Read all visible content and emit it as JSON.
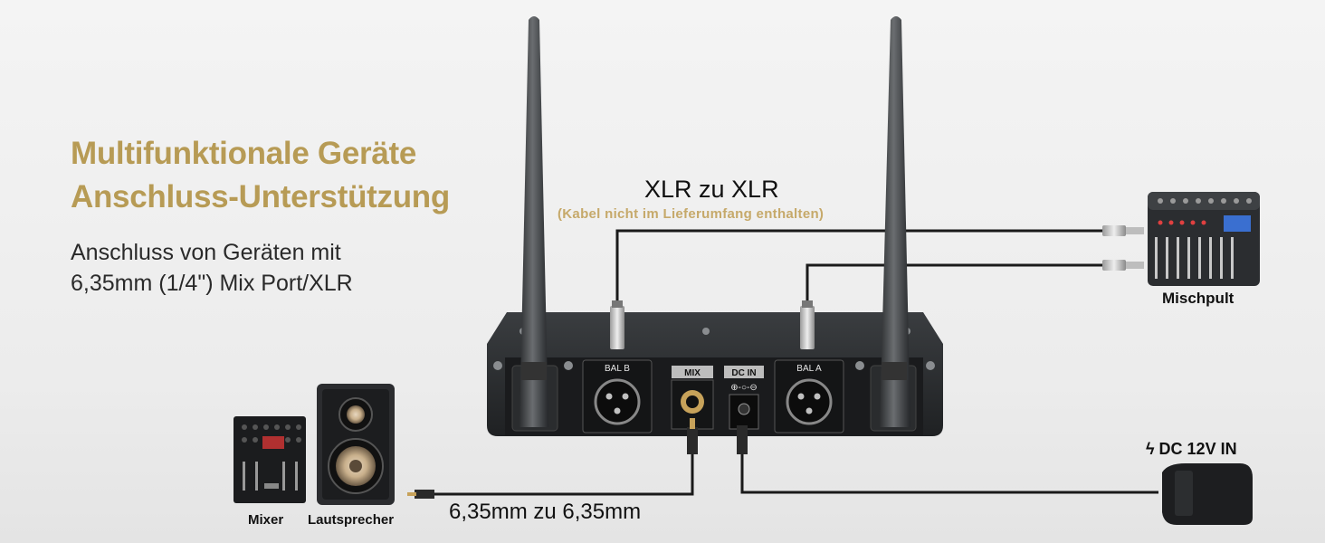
{
  "headline": {
    "line1": "Multifunktionale Geräte",
    "line2": "Anschluss-Unterstützung"
  },
  "subline": {
    "line1": "Anschluss von Geräten mit",
    "line2": "6,35mm (1/4\") Mix Port/XLR"
  },
  "xlr": {
    "title": "XLR zu XLR",
    "note": "(Kabel nicht im Lieferumfang enthalten)"
  },
  "receiver": {
    "port_bal_b": "BAL B",
    "port_mix": "MIX",
    "port_dc_in": "DC IN",
    "port_bal_a": "BAL A"
  },
  "devices": {
    "mixer_right": "Mischpult",
    "mixer_left": "Mixer",
    "speaker": "Lautsprecher"
  },
  "power": {
    "label": "DC 12V IN",
    "icon": "plug-icon"
  },
  "cable": {
    "label": "6,35mm zu 6,35mm"
  },
  "colors": {
    "headline": "#b79b55",
    "note": "#c6a96a",
    "text": "#111111"
  }
}
